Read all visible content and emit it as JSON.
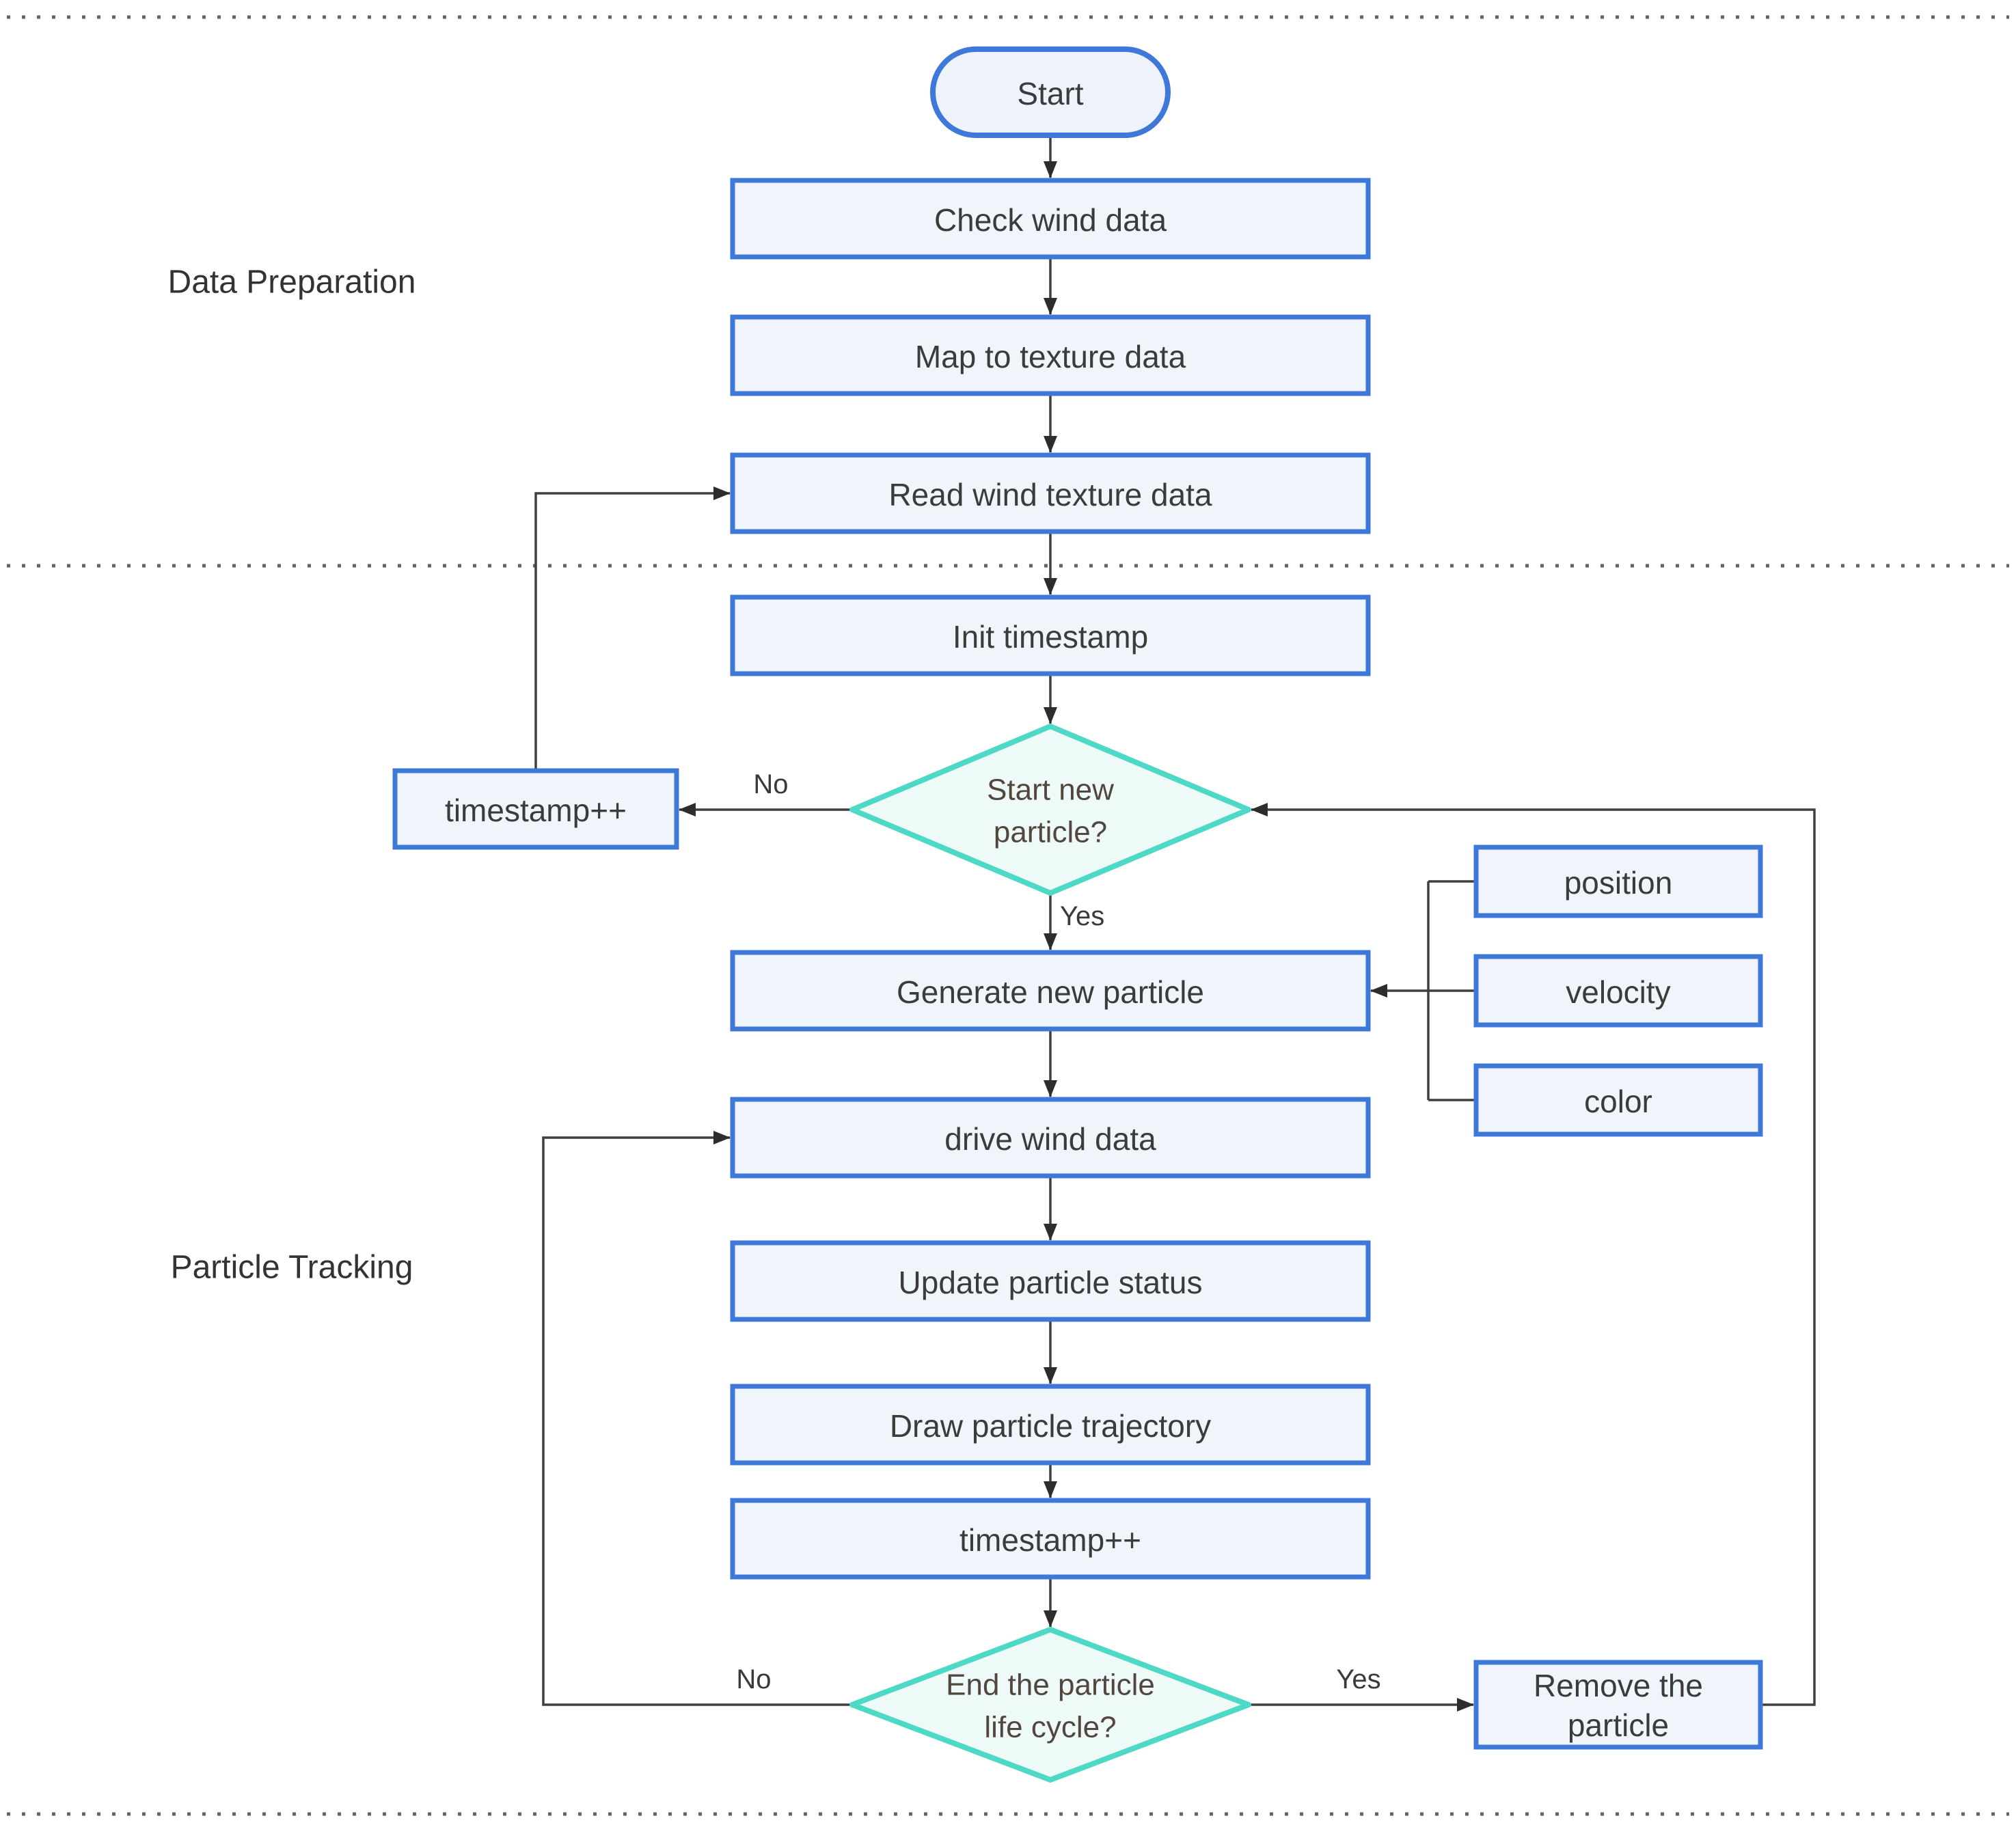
{
  "colors": {
    "process-border": "#3e79da",
    "process-fill": "#f0f4fb",
    "decision-border": "#4ed9c6",
    "decision-fill": "#eefaf8",
    "edge-line": "#3f3f3f",
    "text": "#3b3b3b",
    "decision-text": "#51473e",
    "divider": "#636363",
    "background": "#ffffff"
  },
  "sections": [
    {
      "label": "Data Preparation"
    },
    {
      "label": "Particle Tracking"
    }
  ],
  "nodes": {
    "start": {
      "label": "Start",
      "type": "terminator"
    },
    "check_wind_data": {
      "label": "Check wind data",
      "type": "process"
    },
    "map_to_texture_data": {
      "label": "Map to texture data",
      "type": "process"
    },
    "read_wind_texture_data": {
      "label": "Read wind texture data",
      "type": "process"
    },
    "init_timestamp": {
      "label": "Init timestamp",
      "type": "process"
    },
    "start_new_particle": {
      "line1": "Start new",
      "line2": "particle?",
      "type": "decision"
    },
    "timestamp_increment_loop": {
      "label": "timestamp++",
      "type": "process"
    },
    "generate_new_particle": {
      "label": "Generate new particle",
      "type": "process"
    },
    "position": {
      "label": "position",
      "type": "process"
    },
    "velocity": {
      "label": "velocity",
      "type": "process"
    },
    "color": {
      "label": "color",
      "type": "process"
    },
    "drive_wind_data": {
      "label": "drive wind data",
      "type": "process"
    },
    "update_particle_status": {
      "label": "Update particle status",
      "type": "process"
    },
    "draw_particle_trajectory": {
      "label": "Draw particle trajectory",
      "type": "process"
    },
    "timestamp_increment_main": {
      "label": "timestamp++",
      "type": "process"
    },
    "end_particle_life_cycle": {
      "line1": "End the particle",
      "line2": "life cycle?",
      "type": "decision"
    },
    "remove_the_particle": {
      "line1": "Remove the",
      "line2": "particle",
      "type": "process"
    }
  },
  "edge_labels": {
    "start_new_particle_no": "No",
    "start_new_particle_yes": "Yes",
    "end_life_cycle_no": "No",
    "end_life_cycle_yes": "Yes"
  }
}
